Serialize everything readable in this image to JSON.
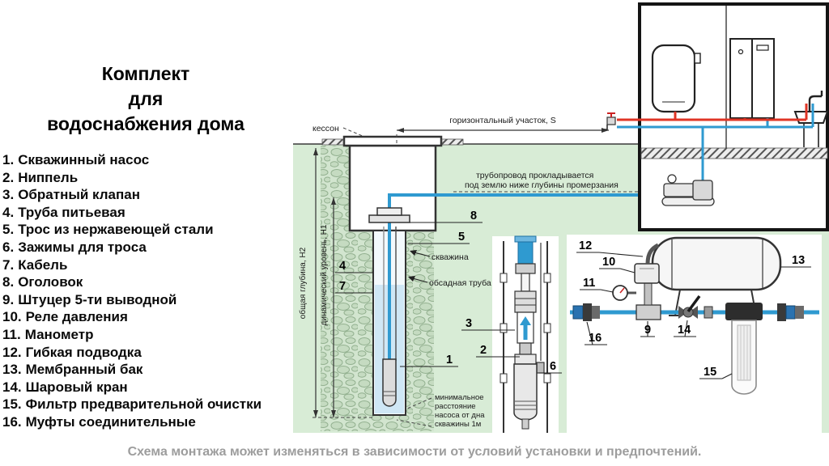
{
  "title": {
    "line1": "Комплект",
    "line2": "для",
    "line3": "водоснабжения дома"
  },
  "legend": {
    "items": [
      {
        "num": "1.",
        "label": "Скважинный насос"
      },
      {
        "num": "2.",
        "label": "Ниппель"
      },
      {
        "num": "3.",
        "label": "Обратный клапан"
      },
      {
        "num": "4.",
        "label": "Труба питьевая"
      },
      {
        "num": "5.",
        "label": "Трос из нержавеющей стали"
      },
      {
        "num": "6.",
        "label": "Зажимы для троса"
      },
      {
        "num": "7.",
        "label": "Кабель"
      },
      {
        "num": "8.",
        "label": "Оголовок"
      },
      {
        "num": "9.",
        "label": "Штуцер 5-ти выводной"
      },
      {
        "num": "10.",
        "label": "Реле давления"
      },
      {
        "num": "11.",
        "label": "Манометр"
      },
      {
        "num": "12.",
        "label": "Гибкая подводка"
      },
      {
        "num": "13.",
        "label": "Мембранный бак"
      },
      {
        "num": "14.",
        "label": "Шаровый кран"
      },
      {
        "num": "15.",
        "label": "Фильтр предварительной очистки"
      },
      {
        "num": "16.",
        "label": "Муфты соединительные"
      }
    ]
  },
  "diagram": {
    "labels": {
      "kesson": "кессон",
      "horizontal_section": "горизонтальный участок, S",
      "pipe_note1": "трубопровод прокладывается",
      "pipe_note2": "под землю ниже глубины промерзания",
      "well": "скважина",
      "casing": "обсадная труба",
      "total_depth": "общая глубина, H2",
      "dynamic_level": "динамический уровень, H1",
      "min_dist1": "минимальное",
      "min_dist2": "расстояние",
      "min_dist3": "насоса от дна",
      "min_dist4": "скважины 1м"
    },
    "callouts": {
      "c1": "1",
      "c2": "2",
      "c3": "3",
      "c4": "4",
      "c5": "5",
      "c6": "6",
      "c7": "7",
      "c8": "8",
      "c9": "9",
      "c10": "10",
      "c11": "11",
      "c12": "12",
      "c13": "13",
      "c14": "14",
      "c15": "15",
      "c16": "16"
    }
  },
  "footer": "Схема монтажа может изменяться в зависимости от условий установки и предпочтений.",
  "colors": {
    "ground_green": "#d8ecd6",
    "pipe_cold_blue": "#2f9ad0",
    "pipe_hot_red": "#df3526",
    "footer_gray": "#9d9d9d"
  }
}
